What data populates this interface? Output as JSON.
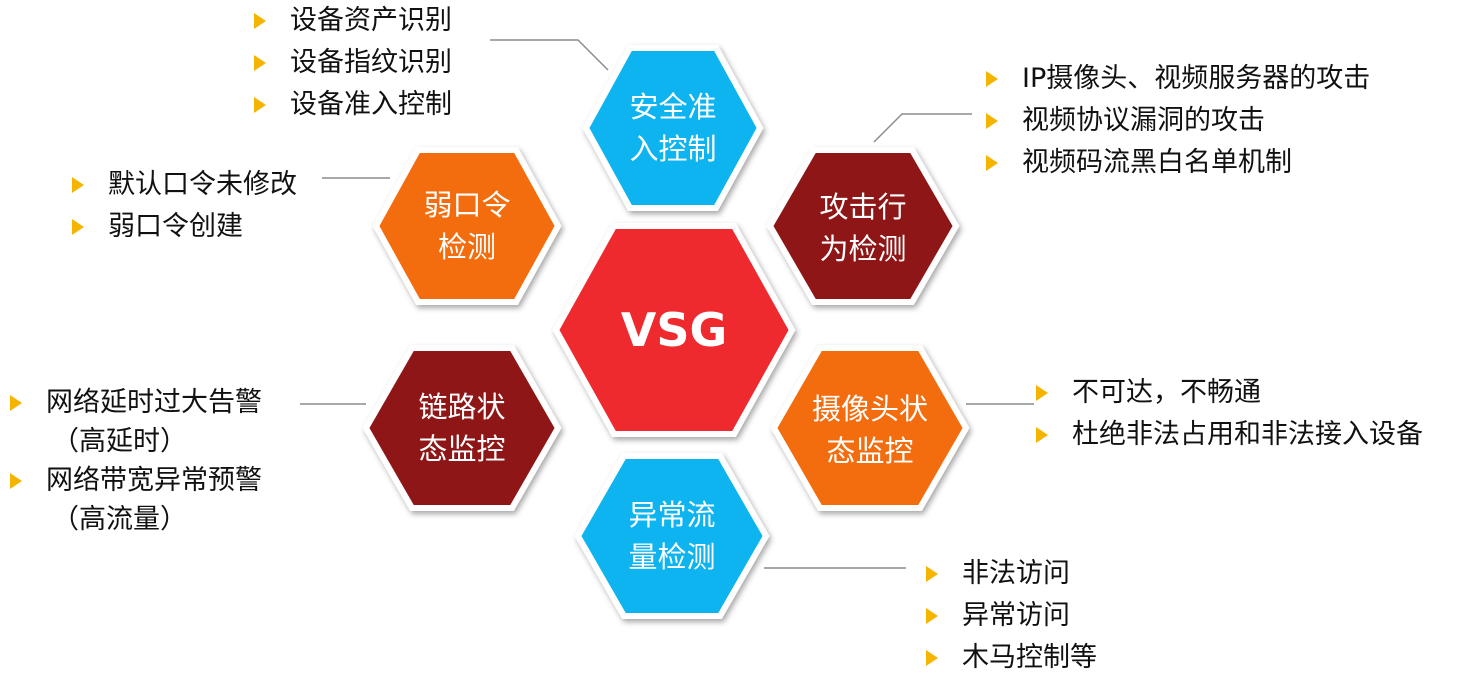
{
  "colors": {
    "cyan": "#0bb4ef",
    "orange": "#f36c0e",
    "dark_red": "#8e1519",
    "red": "#ef2a2e",
    "bullet": "#f4b400",
    "connector": "#8c8c8c"
  },
  "center": {
    "label": "VSG"
  },
  "hexagons": {
    "access_control": {
      "line1": "安全准",
      "line2": "入控制"
    },
    "weak_password": {
      "line1": "弱口令",
      "line2": "检测"
    },
    "attack_detection": {
      "line1": "攻击行",
      "line2": "为检测"
    },
    "link_monitor": {
      "line1": "链路状",
      "line2": "态监控"
    },
    "camera_monitor": {
      "line1": "摄像头状",
      "line2": "态监控"
    },
    "traffic_detection": {
      "line1": "异常流",
      "line2": "量检测"
    }
  },
  "lists": {
    "access_control": [
      "设备资产识别",
      "设备指纹识别",
      "设备准入控制"
    ],
    "weak_password": [
      "默认口令未修改",
      "弱口令创建"
    ],
    "attack_detection": [
      "IP摄像头、视频服务器的攻击",
      "视频协议漏洞的攻击",
      "视频码流黑白名单机制"
    ],
    "link_monitor": [
      {
        "text": "网络延时过大告警",
        "sub": "（高延时）"
      },
      {
        "text": "网络带宽异常预警",
        "sub": "（高流量）"
      }
    ],
    "camera_monitor": [
      "不可达，不畅通",
      "杜绝非法占用和非法接入设备"
    ],
    "traffic_detection": [
      "非法访问",
      "异常访问",
      "木马控制等"
    ]
  }
}
